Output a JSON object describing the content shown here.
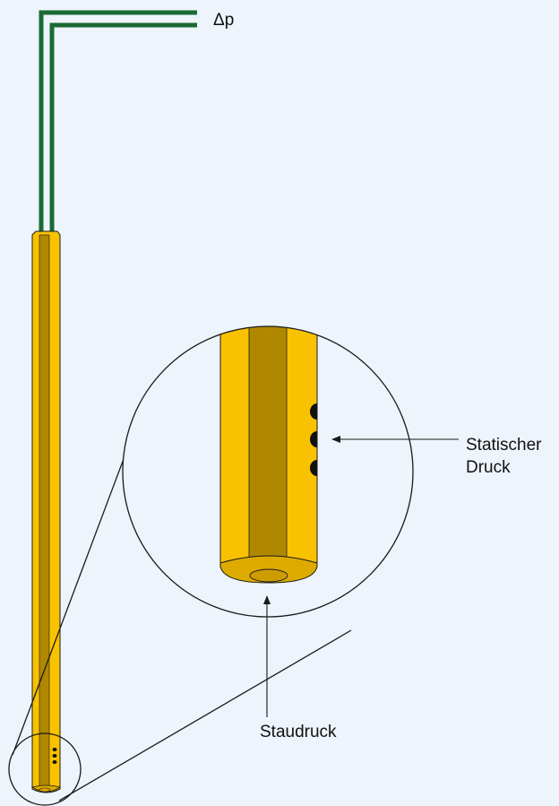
{
  "labels": {
    "delta_p": "Δp",
    "static_pressure_line1": "Statischer",
    "static_pressure_line2": "Druck",
    "dynamic_pressure": "Staudruck"
  },
  "colors": {
    "background": "#EDF4FB",
    "tube_green": "#1A6A34",
    "probe_yellow": "#F8C200",
    "probe_core": "#B08800",
    "probe_tip": "#DDAA00",
    "outline": "#1a1a1a"
  }
}
